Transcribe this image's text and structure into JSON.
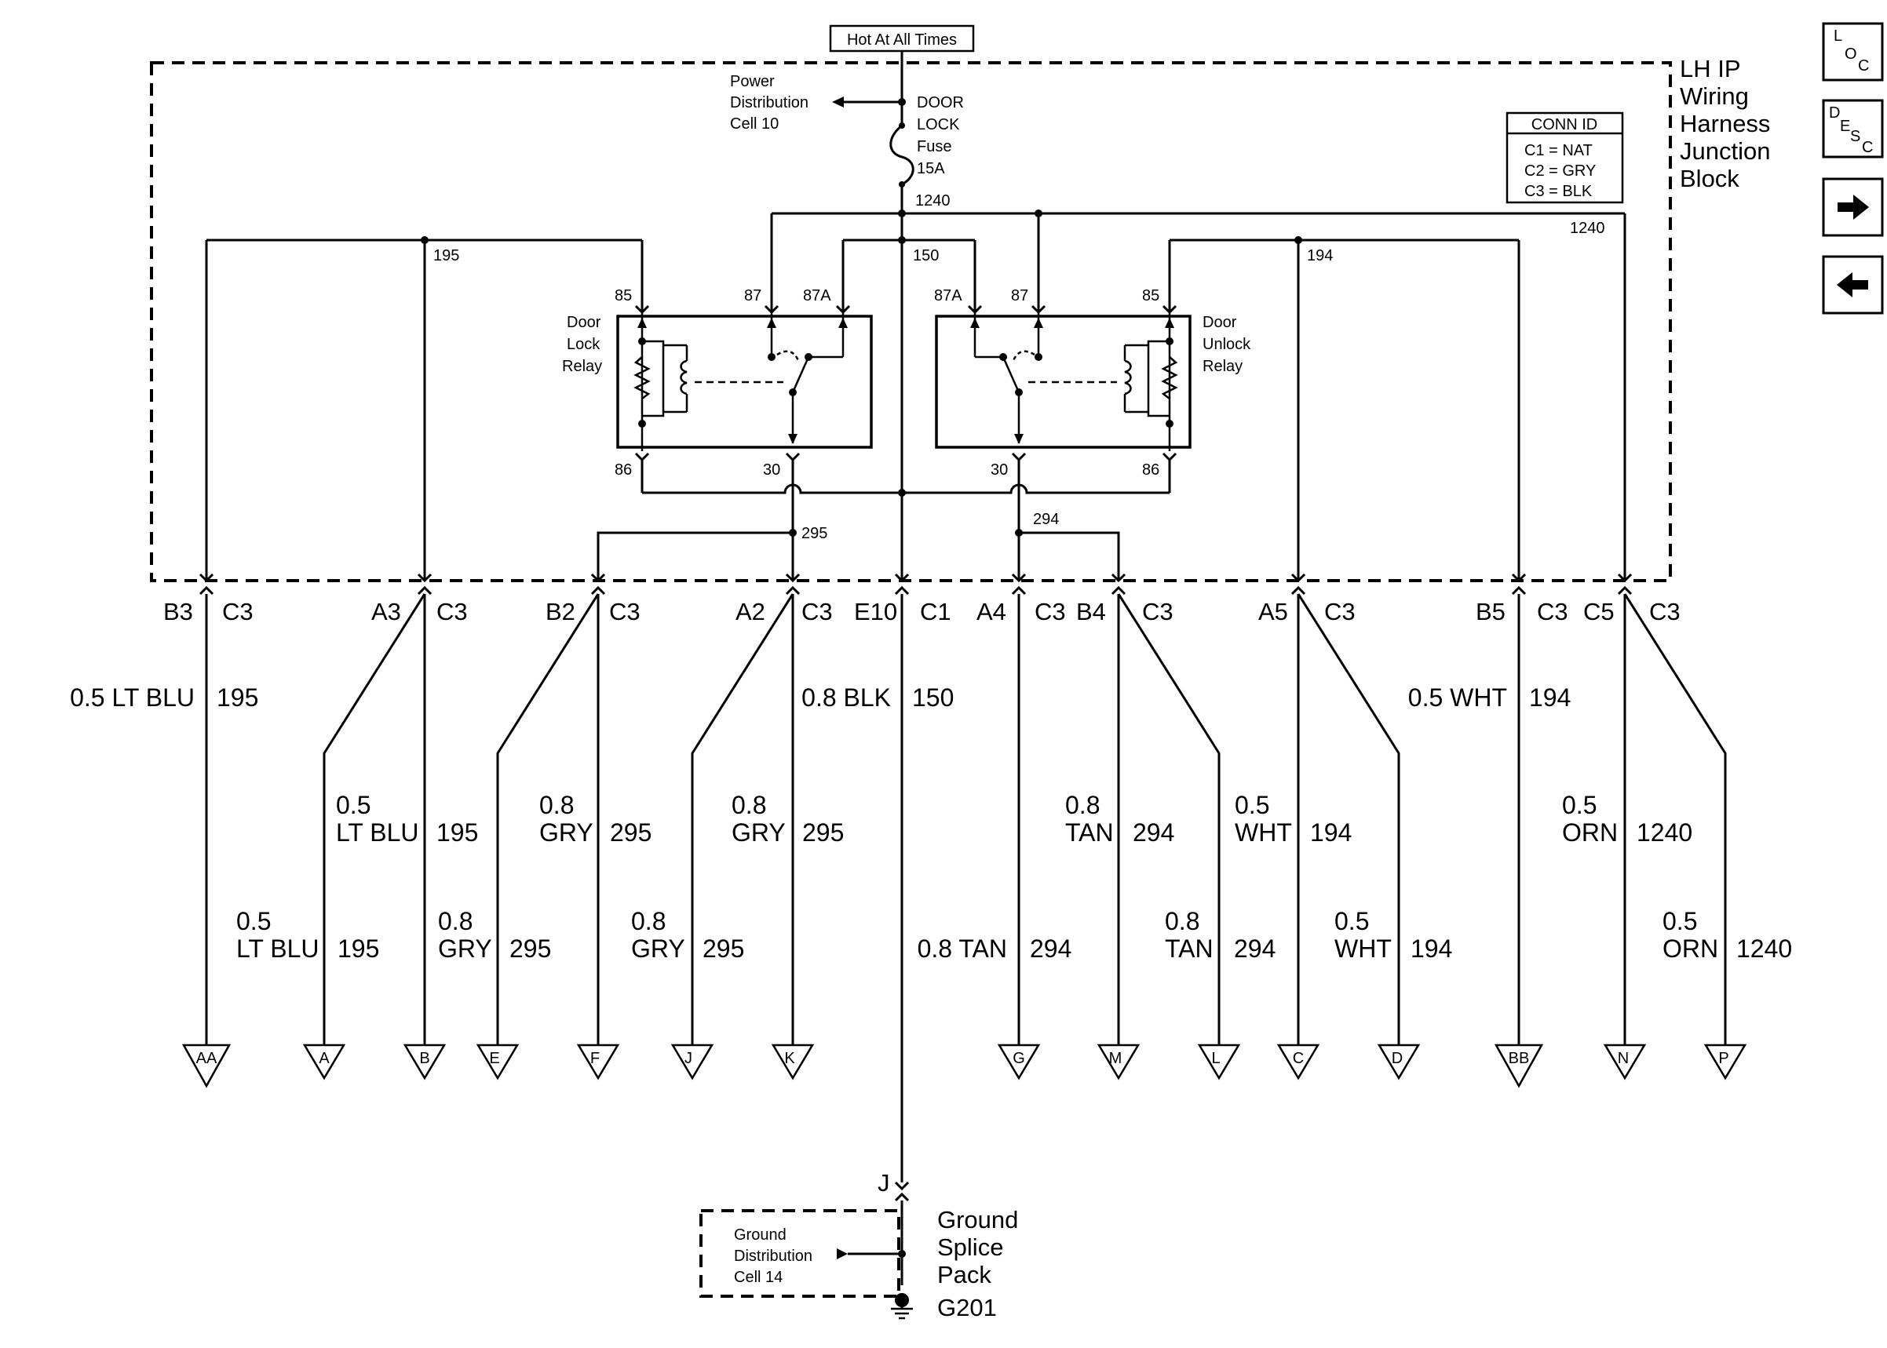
{
  "header": {
    "power_source": "Hot At All Times",
    "power_dist_lines": [
      "Power",
      "Distribution",
      "Cell 10"
    ],
    "fuse_lines": [
      "DOOR",
      "LOCK",
      "Fuse",
      "15A"
    ],
    "circuit_1240": "1240"
  },
  "junction_block": {
    "title_lines": [
      "LH IP",
      "Wiring",
      "Harness",
      "Junction",
      "Block"
    ],
    "conn_id": {
      "title": "CONN ID",
      "rows": [
        "C1 = NAT",
        "C2 = GRY",
        "C3 = BLK"
      ]
    }
  },
  "relays": {
    "lock": {
      "name_lines": [
        "Door",
        "Lock",
        "Relay"
      ],
      "pins": {
        "p85": "85",
        "p87": "87",
        "p87a": "87A",
        "p86": "86",
        "p30": "30"
      }
    },
    "unlock": {
      "name_lines": [
        "Door",
        "Unlock",
        "Relay"
      ],
      "pins": {
        "p87a": "87A",
        "p87": "87",
        "p85": "85",
        "p30": "30",
        "p86": "86"
      }
    }
  },
  "circuits": {
    "c195": "195",
    "c150": "150",
    "c194": "194",
    "c1240b": "1240",
    "c295": "295",
    "c294": "294"
  },
  "connectors": [
    {
      "pin": "B3",
      "conn": "C3"
    },
    {
      "pin": "A3",
      "conn": "C3"
    },
    {
      "pin": "B2",
      "conn": "C3"
    },
    {
      "pin": "A2",
      "conn": "C3"
    },
    {
      "pin": "E10",
      "conn": "C1"
    },
    {
      "pin": "A4",
      "conn": "C3"
    },
    {
      "pin": "B4",
      "conn": "C3"
    },
    {
      "pin": "A5",
      "conn": "C3"
    },
    {
      "pin": "B5",
      "conn": "C3"
    },
    {
      "pin": "C5",
      "conn": "C3"
    }
  ],
  "wires": {
    "b3": {
      "color": "0.5 LT BLU",
      "circuit": "195"
    },
    "e10": {
      "color": "0.8 BLK",
      "circuit": "150"
    },
    "b5": {
      "color": "0.5 WHT",
      "circuit": "194"
    },
    "a": {
      "size": "0.5",
      "color": "LT BLU",
      "circuit": "195"
    },
    "f": {
      "size": "0.8",
      "color": "GRY",
      "circuit": "295"
    },
    "k": {
      "size": "0.8",
      "color": "GRY",
      "circuit": "295"
    },
    "m": {
      "size": "0.8",
      "color": "TAN",
      "circuit": "294"
    },
    "c": {
      "size": "0.5",
      "color": "WHT",
      "circuit": "194"
    },
    "n": {
      "size": "0.5",
      "color": "ORN",
      "circuit": "1240"
    },
    "b": {
      "size": "0.5",
      "color": "LT BLU",
      "circuit": "195"
    },
    "e": {
      "size": "0.8",
      "color": "GRY",
      "circuit": "295"
    },
    "j": {
      "size": "0.8",
      "color": "GRY",
      "circuit": "295"
    },
    "g": {
      "color": "0.8 TAN",
      "circuit": "294"
    },
    "l": {
      "size": "0.8",
      "color": "TAN",
      "circuit": "294"
    },
    "d": {
      "size": "0.5",
      "color": "WHT",
      "circuit": "194"
    },
    "p": {
      "size": "0.5",
      "color": "ORN",
      "circuit": "1240"
    }
  },
  "terminals": [
    "AA",
    "A",
    "B",
    "E",
    "F",
    "J",
    "K",
    "G",
    "M",
    "L",
    "C",
    "D",
    "BB",
    "N",
    "P"
  ],
  "ground": {
    "pin": "J",
    "splice_lines": [
      "Ground",
      "Splice",
      "Pack"
    ],
    "dist_lines": [
      "Ground",
      "Distribution",
      "Cell 14"
    ],
    "ground_id": "G201"
  },
  "nav": {
    "loc": [
      "L",
      "O",
      "C"
    ],
    "desc": [
      "D",
      "E",
      "S",
      "C"
    ],
    "forward_icon": "arrow-right-icon",
    "back_icon": "arrow-left-icon"
  }
}
